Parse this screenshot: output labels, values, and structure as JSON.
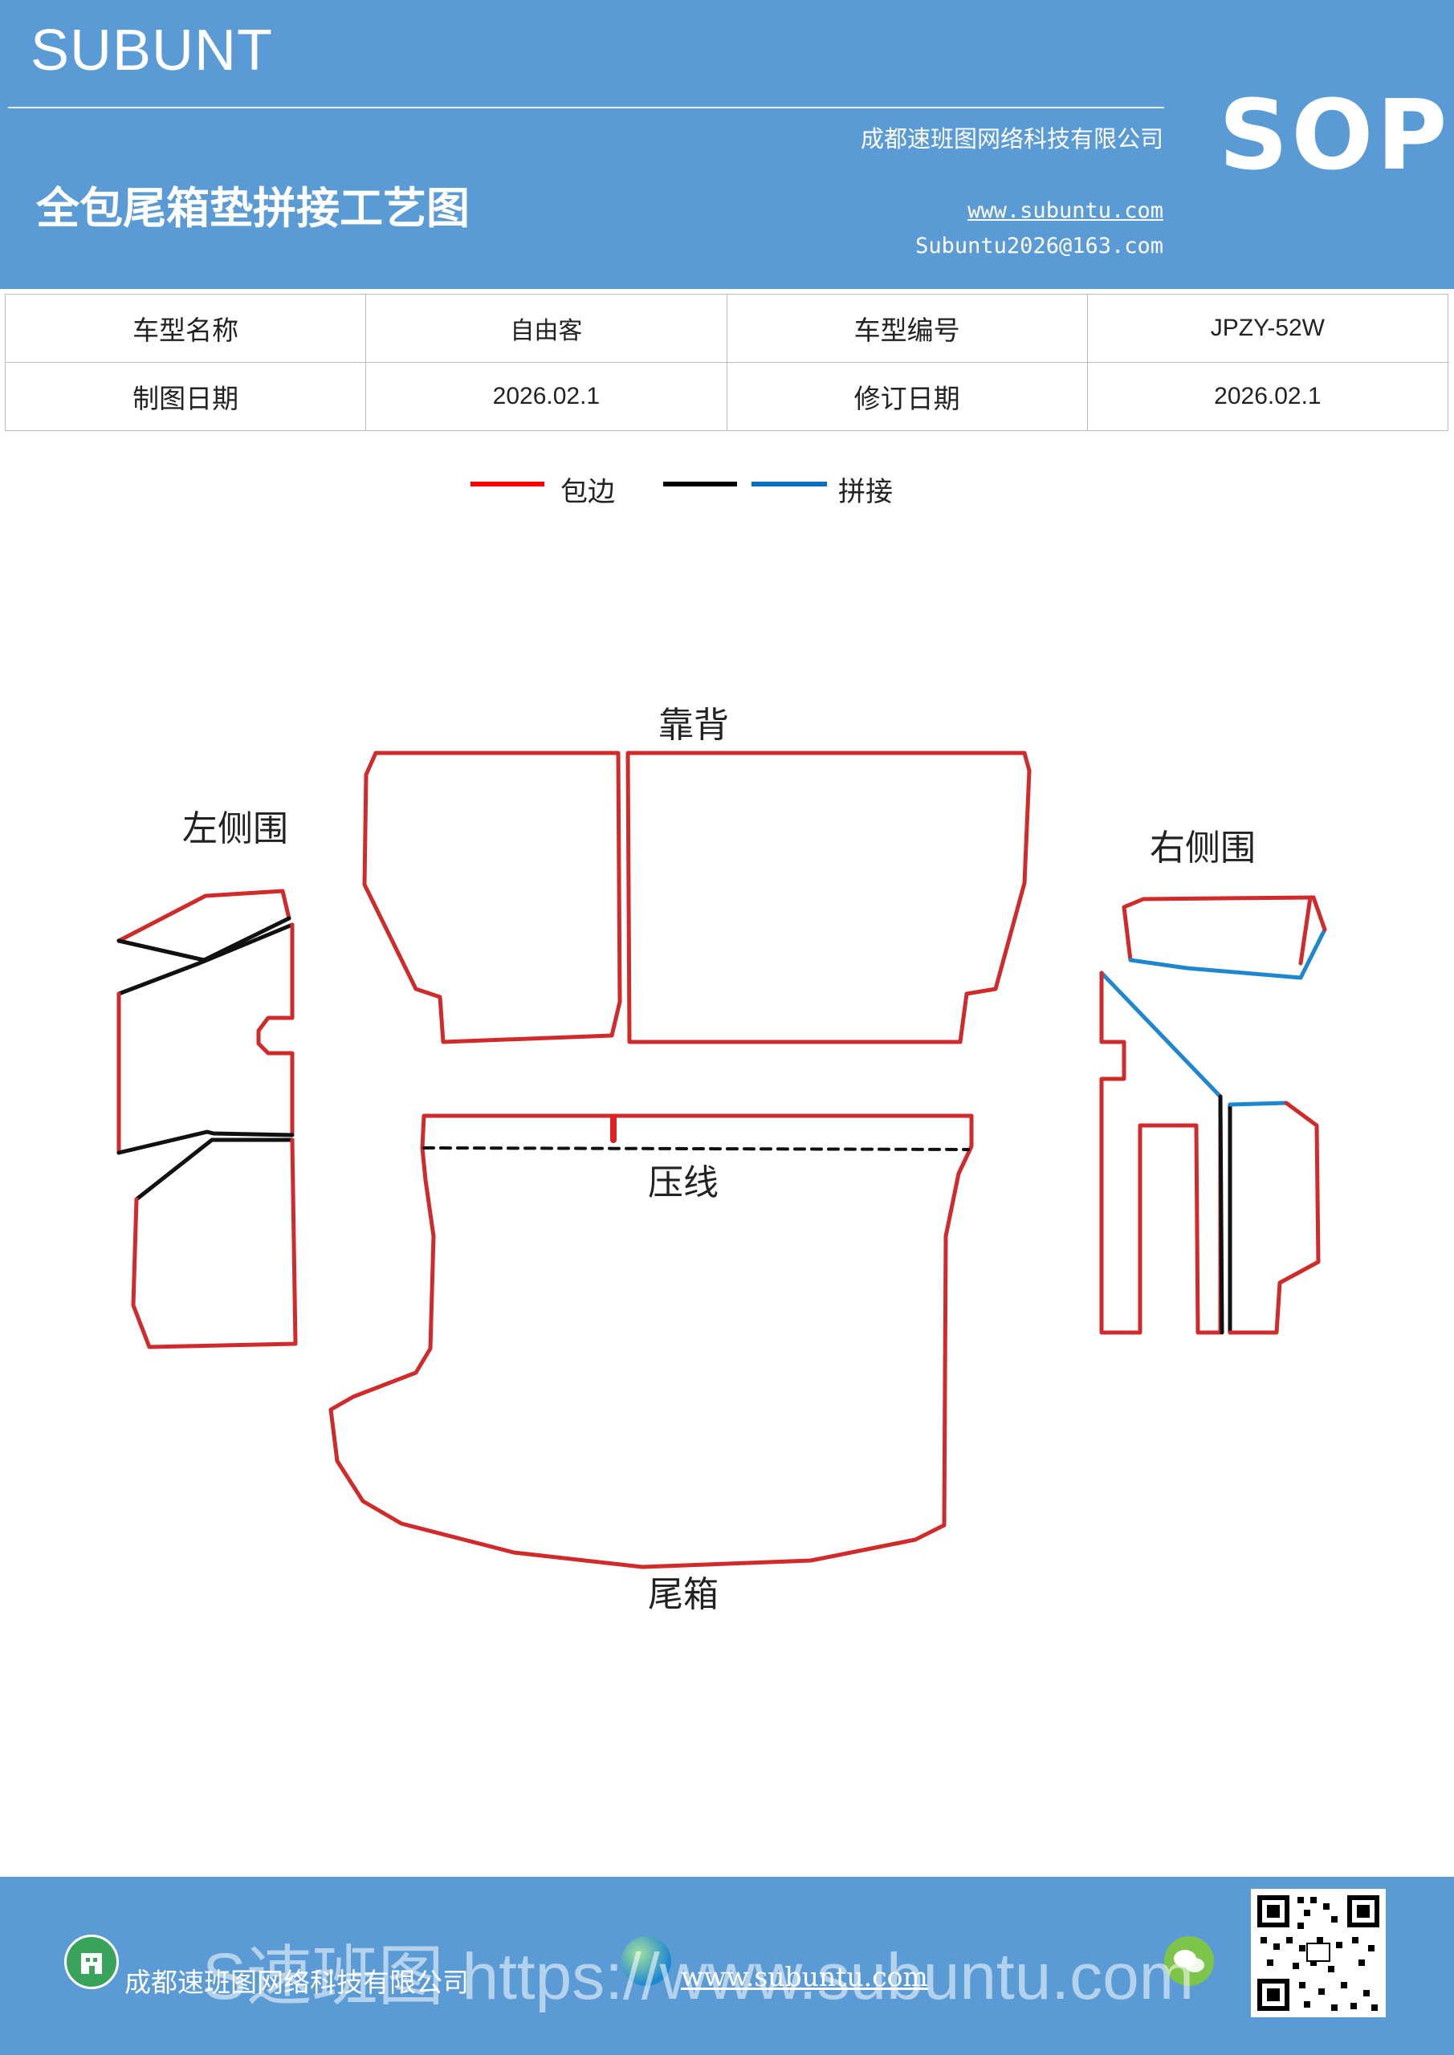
{
  "header": {
    "brand": "SUBUNT",
    "company": "成都速班图网络科技有限公司",
    "title": "全包尾箱垫拼接工艺图",
    "website": "www.subuntu.com",
    "email": "Subuntu2026@163.com",
    "badge": "SOP"
  },
  "info_table": [
    [
      "车型名称",
      "自由客",
      "车型编号",
      "JPZY-52W"
    ],
    [
      "制图日期",
      "2026.02.1",
      "修订日期",
      "2026.02.1"
    ]
  ],
  "legend": {
    "items": [
      {
        "label": "包边",
        "colors": [
          "#ff0000"
        ]
      },
      {
        "label": "拼接",
        "colors": [
          "#000000",
          "#0070c0"
        ]
      }
    ]
  },
  "parts": {
    "backrest": "靠背",
    "left_side": "左侧围",
    "right_side": "右侧围",
    "crease": "压线",
    "trunk": "尾箱"
  },
  "colors": {
    "header_bg": "#5b9bd5",
    "edge_red": "#d02a2a",
    "join_black": "#111111",
    "join_blue": "#1f86d0"
  },
  "footer": {
    "company": "成都速班图网络科技有限公司",
    "website": "www.subuntu.com",
    "watermark": "S速班图 https://www.subuntu.com",
    "icons": [
      "building-icon",
      "globe-icon",
      "wechat-icon"
    ],
    "qr": "qr-code"
  }
}
